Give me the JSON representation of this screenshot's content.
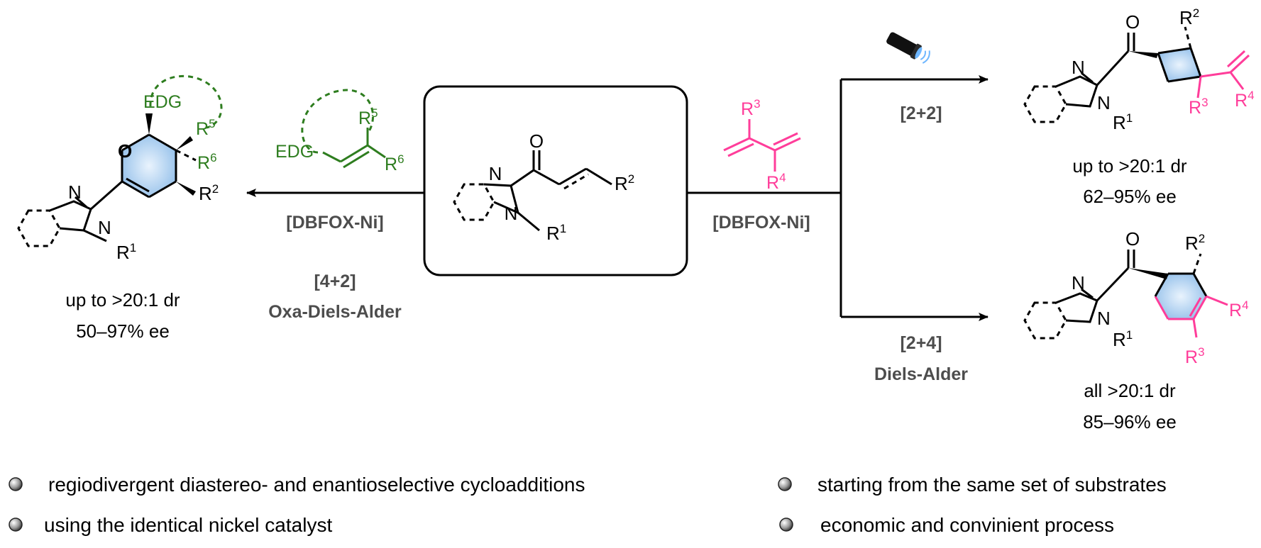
{
  "colors": {
    "green_reagent": "#2e7d1f",
    "pink_reagent": "#ff3d9a",
    "ring_fill": "#9fc8f0",
    "condition_text": "#4d4d4d"
  },
  "icons": {
    "flashlight": "flashlight-icon",
    "bullet": "sphere-bullet-icon"
  },
  "atoms": {
    "N": "N",
    "O": "O",
    "R": "R",
    "EDG": "EDG",
    "s1": "1",
    "s2": "2",
    "s3": "3",
    "s4": "4",
    "s5": "5",
    "s6": "6"
  },
  "left_arrow": {
    "catalyst": "[DBFOX-Ni]",
    "type": "[4+2]",
    "name": "Oxa-Diels-Alder"
  },
  "right_branch": {
    "catalyst": "[DBFOX-Ni]"
  },
  "top_arrow": {
    "type": "[2+2]"
  },
  "bottom_arrow": {
    "type": "[2+4]",
    "name": "Diels-Alder"
  },
  "oxa_product": {
    "dr": "up to >20:1 dr",
    "ee": "50–97% ee"
  },
  "cyclobutane_product": {
    "dr": "up to >20:1 dr",
    "ee": "62–95% ee"
  },
  "cyclohexene_product": {
    "dr": "all >20:1 dr",
    "ee": "85–96% ee"
  },
  "bullets": [
    "regiodivergent diastereo- and enantioselective  cycloadditions",
    "starting from the same set of substrates",
    "using the identical nickel catalyst",
    "economic and convinient process"
  ]
}
